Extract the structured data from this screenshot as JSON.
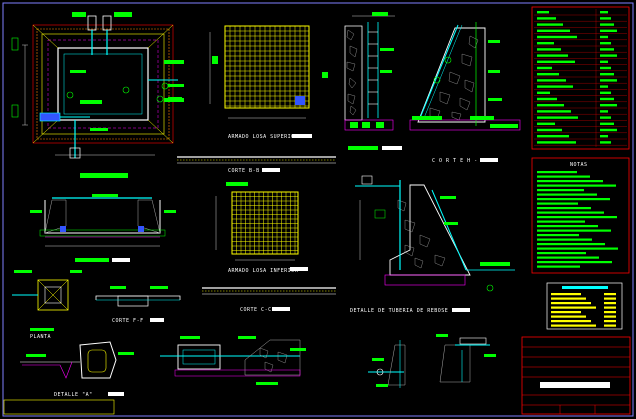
{
  "labels": {
    "view_mesh_upper": "ARMADO LOSA SUPERIOR",
    "view_section_bb": "CORTE B-B",
    "view_section_hh": "C O R T E   H - H",
    "view_mesh_lower": "ARMADO LOSA INFERIOR",
    "view_section_cc": "CORTE C-C",
    "view_detail_overflow": "DETALLE DE TUBERIA DE REBOSE",
    "view_section_f": "CORTE F-F",
    "view_valve_box": "PLANTA",
    "view_detail_a": "DETALLE \"A\"",
    "legend_title": "NOTAS"
  },
  "colors": {
    "background": "#000000",
    "frame": "#7f7fff",
    "green": "#00ff00",
    "yellow": "#ffff00",
    "red": "#ff0000",
    "cyan": "#00ffff",
    "magenta": "#ff00ff",
    "white": "#ffffff",
    "orange": "#ff7f00"
  }
}
